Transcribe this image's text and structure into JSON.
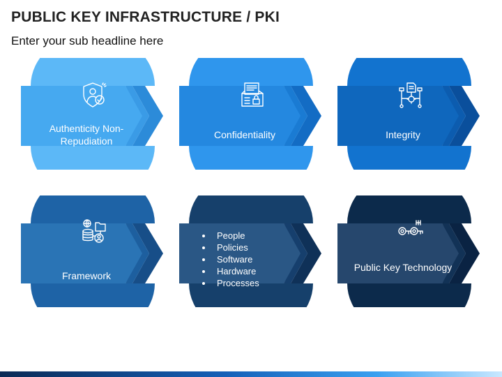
{
  "title": "PUBLIC KEY INFRASTRUCTURE / PKI",
  "subtitle": "Enter your sub headline here",
  "tiles": [
    {
      "id": "authenticity",
      "label": "Authenticity Non-Repudiation",
      "icon": "shield-user-check-icon",
      "colors": {
        "circle": "#5cb8f7",
        "band": "#46a9f0",
        "chevron_outer": "#2c8bd9",
        "chevron_inner": "#3a9be6"
      }
    },
    {
      "id": "confidentiality",
      "label": "Confidentiality",
      "icon": "document-lock-icon",
      "colors": {
        "circle": "#2f96ed",
        "band": "#2488e0",
        "chevron_outer": "#136cc4",
        "chevron_inner": "#1a7bd3"
      }
    },
    {
      "id": "integrity",
      "label": "Integrity",
      "icon": "document-network-gear-icon",
      "colors": {
        "circle": "#1273cf",
        "band": "#0f67bd",
        "chevron_outer": "#0a4f9c",
        "chevron_inner": "#0c5caf"
      }
    },
    {
      "id": "framework",
      "label": "Framework",
      "icon": "database-user-folder-icon",
      "colors": {
        "circle": "#1e63a6",
        "band": "#2a74b5",
        "chevron_outer": "#174e88",
        "chevron_inner": "#1d5f9f"
      }
    },
    {
      "id": "components",
      "bullets": [
        "People",
        "Policies",
        "Software",
        "Hardware",
        "Processes"
      ],
      "icon": "",
      "colors": {
        "circle": "#16406b",
        "band": "#2a5785",
        "chevron_outer": "#0f3158",
        "chevron_inner": "#163f6d"
      }
    },
    {
      "id": "technology",
      "label": "Public Key Technology",
      "icon": "keys-icon",
      "colors": {
        "circle": "#0c2a4b",
        "band": "#26476d",
        "chevron_outer": "#0a2343",
        "chevron_inner": "#123256"
      }
    }
  ]
}
